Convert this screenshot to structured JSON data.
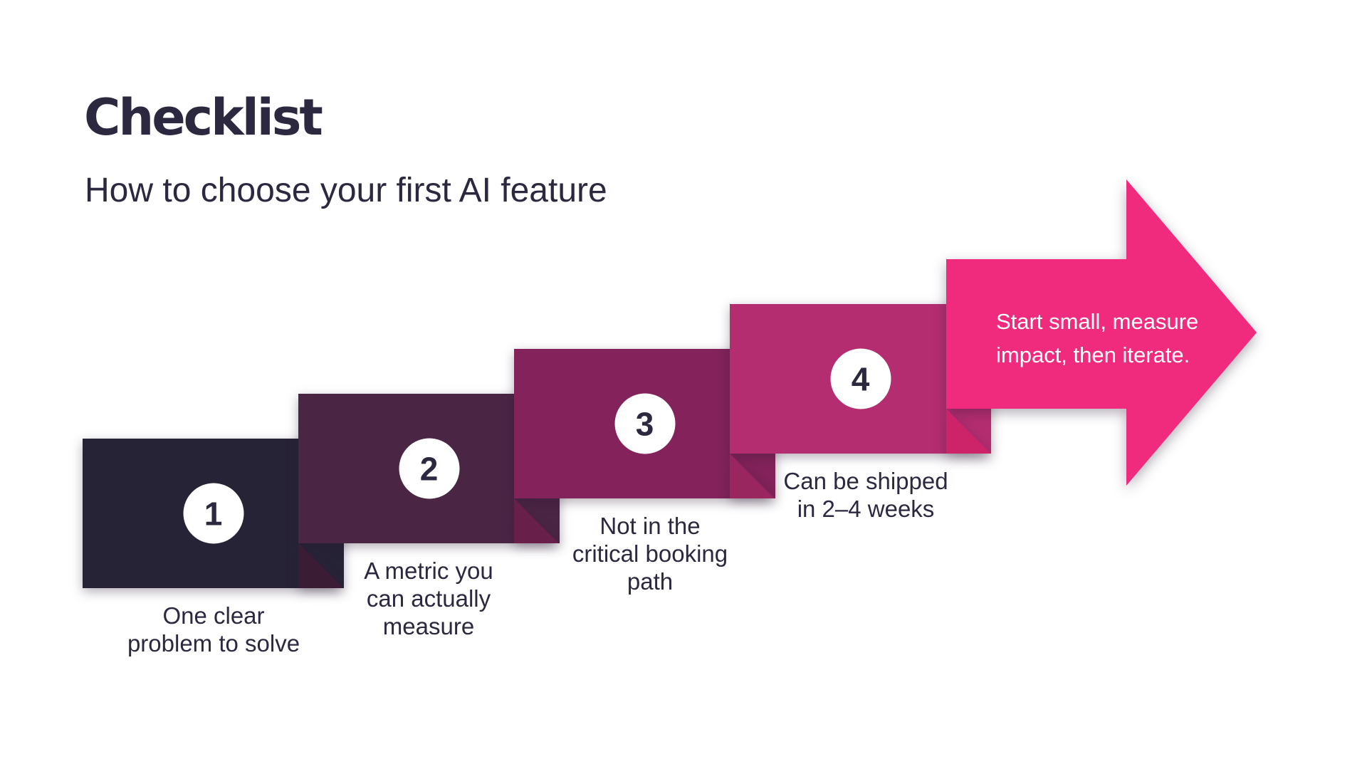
{
  "slide": {
    "background": "#FFFFFF",
    "text_color": "#2B2840"
  },
  "header": {
    "title": "Checklist",
    "subtitle": "How to choose your first AI feature"
  },
  "steps": [
    {
      "number": "1",
      "label": "One clear\nproblem to solve",
      "color": "#272336"
    },
    {
      "number": "2",
      "label": "A metric you\ncan actually\nmeasure",
      "color": "#4B2544",
      "fold_color": "#3A1C34"
    },
    {
      "number": "3",
      "label": "Not in the\ncritical booking\npath",
      "color": "#83225B",
      "fold_color": "#68204A"
    },
    {
      "number": "4",
      "label": "Can be shipped\nin 2–4 weeks",
      "color": "#B52D71",
      "fold_color": "#99265F"
    }
  ],
  "badge": {
    "background": "#FFFFFF",
    "number_color": "#2B2840"
  },
  "arrow": {
    "caption": "Start small, measure\nimpact, then iterate.",
    "color": "#F02A7C",
    "fold_color": "#CC2369",
    "text_color": "#FFFFFF"
  }
}
